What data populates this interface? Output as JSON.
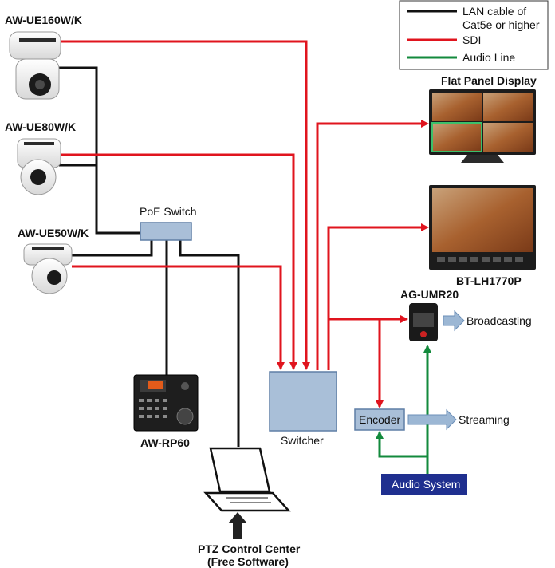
{
  "legend": {
    "lan": "LAN cable of",
    "lan_line2": "Cat5e or higher",
    "sdi": "SDI",
    "audio": "Audio Line"
  },
  "devices": {
    "cam1": "AW-UE160W/K",
    "cam2": "AW-UE80W/K",
    "cam3": "AW-UE50W/K",
    "poe_switch": "PoE Switch",
    "controller": "AW-RP60",
    "switcher": "Switcher",
    "flat_panel": "Flat Panel Display",
    "monitor": "BT-LH1770P",
    "recorder": "AG-UMR20",
    "broadcasting": "Broadcasting",
    "encoder": "Encoder",
    "streaming": "Streaming",
    "audio_system": "Audio System",
    "software_line1": "PTZ Control Center",
    "software_line2": "(Free Software)"
  },
  "colors": {
    "lan": "#111111",
    "sdi": "#e0141e",
    "audio": "#138a3c",
    "box_fill": "#a9bfd8",
    "box_stroke": "#5f7fa6",
    "audio_system_fill": "#1f2f8f",
    "arrow_fill": "#9cb7d4"
  }
}
